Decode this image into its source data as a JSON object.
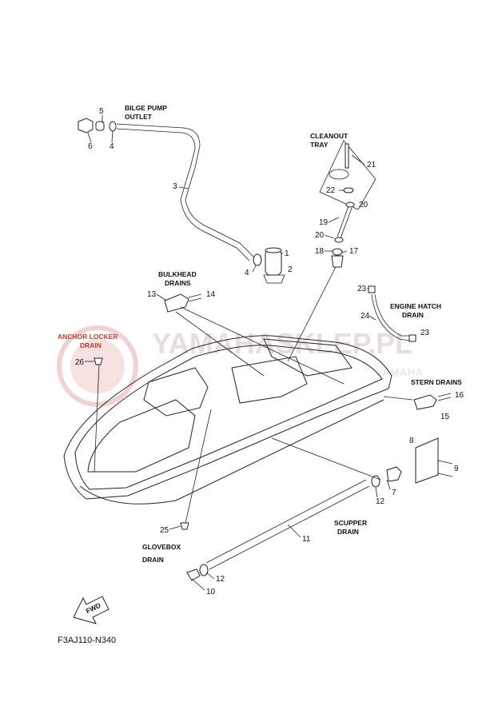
{
  "diagram_code": "F3AJ110-N340",
  "watermark": {
    "main": "YAMAHASKLEP.PL",
    "sub": "YAMAHA"
  },
  "fwd_label": "FWD",
  "captions": {
    "bilge_pump_outlet": [
      "BILGE PUMP",
      "OUTLET"
    ],
    "cleanout_tray": [
      "CLEANOUT",
      "TRAY"
    ],
    "bulkhead_drains": [
      "BULKHEAD",
      "DRAINS"
    ],
    "engine_hatch_drain": [
      "ENGINE HATCH",
      "DRAIN"
    ],
    "anchor_locker_drain": [
      "ANCHOR LOCKER",
      "DRAIN"
    ],
    "stern_drains": [
      "STERN DRAINS"
    ],
    "scupper_drain": [
      "SCUPPER",
      "DRAIN"
    ],
    "glovebox_drain": [
      "GLOVEBOX",
      "DRAIN"
    ]
  },
  "parts": [
    {
      "num": "5"
    },
    {
      "num": "6"
    },
    {
      "num": "4"
    },
    {
      "num": "3"
    },
    {
      "num": "4"
    },
    {
      "num": "1"
    },
    {
      "num": "2"
    },
    {
      "num": "21"
    },
    {
      "num": "22"
    },
    {
      "num": "20"
    },
    {
      "num": "19"
    },
    {
      "num": "20"
    },
    {
      "num": "18"
    },
    {
      "num": "17"
    },
    {
      "num": "13"
    },
    {
      "num": "14"
    },
    {
      "num": "23"
    },
    {
      "num": "24"
    },
    {
      "num": "23"
    },
    {
      "num": "26"
    },
    {
      "num": "16"
    },
    {
      "num": "15"
    },
    {
      "num": "8"
    },
    {
      "num": "9"
    },
    {
      "num": "7"
    },
    {
      "num": "12"
    },
    {
      "num": "25"
    },
    {
      "num": "11"
    },
    {
      "num": "12"
    },
    {
      "num": "10"
    }
  ]
}
